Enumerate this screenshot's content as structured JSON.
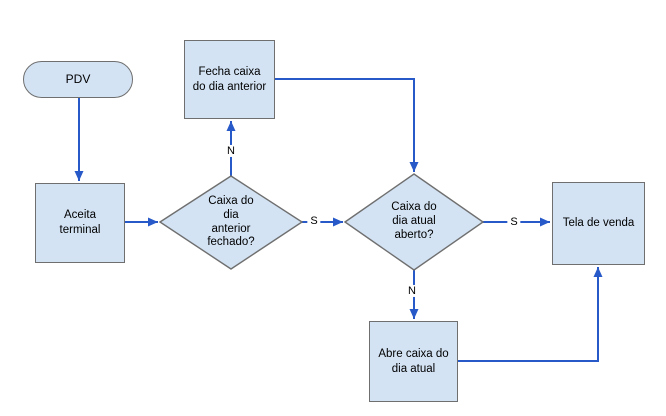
{
  "diagram": {
    "type": "flowchart",
    "background_color": "#ffffff",
    "colors": {
      "node_fill": "#d3e3f4",
      "node_border": "#6f6f6f",
      "connector": "#2859c8",
      "text": "#000000"
    },
    "nodes": [
      {
        "id": "pdv",
        "type": "terminator",
        "label": "PDV"
      },
      {
        "id": "fecha-caixa-dia-anterior",
        "type": "process",
        "label": "Fecha caixa\ndo dia anterior"
      },
      {
        "id": "aceita-terminal",
        "type": "process",
        "label": "Aceita\nterminal"
      },
      {
        "id": "caixa-dia-anterior-fechado",
        "type": "decision",
        "label": "Caixa do\ndia\nanterior\nfechado?"
      },
      {
        "id": "caixa-dia-atual-aberto",
        "type": "decision",
        "label": "Caixa do\ndia atual\naberto?"
      },
      {
        "id": "tela-de-venda",
        "type": "process",
        "label": "Tela de venda"
      },
      {
        "id": "abre-caixa-dia-atual",
        "type": "process",
        "label": "Abre caixa do\ndia atual"
      }
    ],
    "edges": [
      {
        "from": "pdv",
        "to": "aceita-terminal",
        "label": ""
      },
      {
        "from": "aceita-terminal",
        "to": "caixa-dia-anterior-fechado",
        "label": ""
      },
      {
        "from": "caixa-dia-anterior-fechado",
        "to": "fecha-caixa-dia-anterior",
        "label": "N"
      },
      {
        "from": "fecha-caixa-dia-anterior",
        "to": "caixa-dia-atual-aberto",
        "label": ""
      },
      {
        "from": "caixa-dia-anterior-fechado",
        "to": "caixa-dia-atual-aberto",
        "label": "S"
      },
      {
        "from": "caixa-dia-atual-aberto",
        "to": "tela-de-venda",
        "label": "S"
      },
      {
        "from": "caixa-dia-atual-aberto",
        "to": "abre-caixa-dia-atual",
        "label": "N"
      },
      {
        "from": "abre-caixa-dia-atual",
        "to": "tela-de-venda",
        "label": ""
      }
    ]
  }
}
